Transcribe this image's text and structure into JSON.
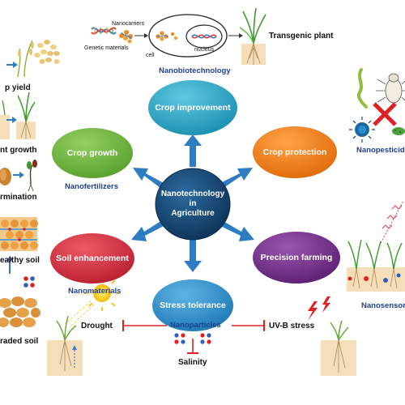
{
  "center": {
    "line1": "Nanotechnology",
    "line2": "in",
    "line3": "Agriculture",
    "color": "#14456e"
  },
  "nodes": {
    "crop_improvement": {
      "label": "Crop improvement",
      "color": "#2aa3c4"
    },
    "crop_protection": {
      "label": "Crop protection",
      "color": "#ef7b12"
    },
    "precision_farming": {
      "label": "Precision farming",
      "color": "#6f2d84"
    },
    "stress_tolerance": {
      "label": "Stress tolerance",
      "color": "#2a8cc7"
    },
    "soil_enhancement": {
      "label": "Soil enhancement",
      "color": "#cf2b3c"
    },
    "crop_growth": {
      "label": "Crop growth",
      "color": "#6db33f"
    }
  },
  "captions": {
    "nanobiotechnology": "Nanobiotechnology",
    "nanofertilizers": "Nanofertilizers",
    "nanomaterials": "Nanomaterials",
    "nanoparticles": "Nanoparticles",
    "nanopesticides": "Nanopesticid",
    "nanosensors": "Nanosensor"
  },
  "top_panel": {
    "nanocarriers": "Nanocarriers",
    "genetic_materials": "Genetic materials",
    "cell": "cell",
    "nucleus": "nucleus",
    "transgenic_plant": "Transgenic plant"
  },
  "left_panel": {
    "crop_yield": "p yield",
    "plant_growth": "nt growth",
    "germination": "rmination",
    "healthy_soil": "ealthy soil",
    "degraded_soil": "raded soil"
  },
  "stress": {
    "drought": "Drought",
    "uvb": "UV-B stress",
    "salinity": "Salinity"
  },
  "colors": {
    "arrow": "#2e7dc4",
    "inhibit": "#e02020",
    "caption": "#1f3f8f"
  }
}
